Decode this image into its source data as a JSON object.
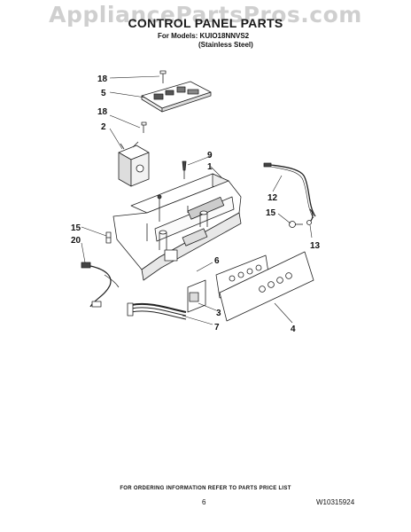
{
  "watermark": "AppliancePartsPros.com",
  "header": {
    "title": "CONTROL PANEL PARTS",
    "models_line": "For Models: KUIO18NNVS2",
    "variant": "(Stainless Steel)"
  },
  "callouts": {
    "c18a": "18",
    "c5": "5",
    "c18b": "18",
    "c2": "2",
    "c9": "9",
    "c1": "1",
    "c12": "12",
    "c15a": "15",
    "c15b": "15",
    "c13": "13",
    "c20": "20",
    "c6": "6",
    "c3": "3",
    "c7": "7",
    "c4": "4"
  },
  "footer": {
    "ordering_note": "FOR ORDERING INFORMATION REFER TO PARTS PRICE LIST",
    "page_number": "6",
    "document_number": "W10315924"
  }
}
